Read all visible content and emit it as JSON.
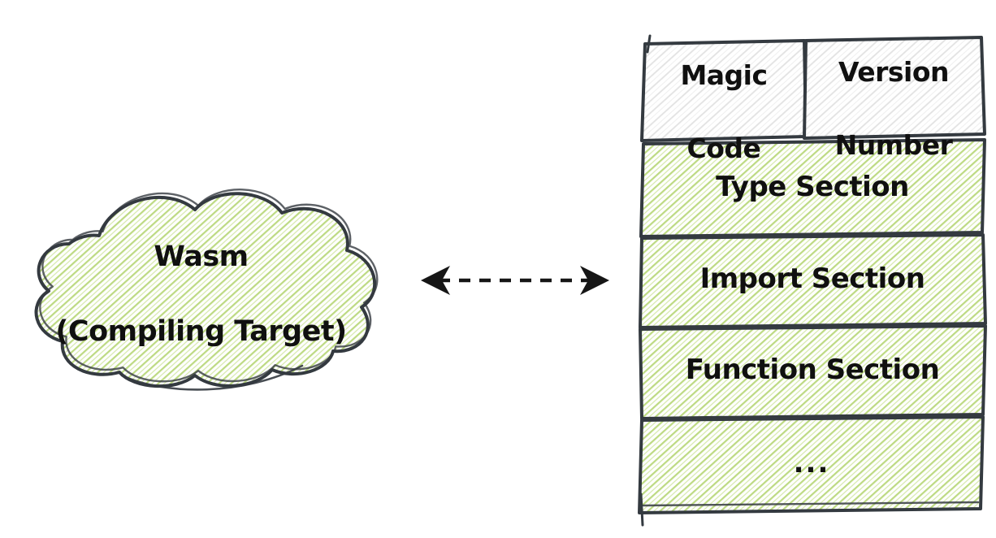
{
  "cloud": {
    "line1": "Wasm",
    "line2": "(Compiling Target)"
  },
  "arrow": {
    "style": "dashed-double-headed"
  },
  "stack": {
    "header_cells": [
      {
        "line1": "Magic",
        "line2": "Code"
      },
      {
        "line1": "Version",
        "line2": "Number"
      }
    ],
    "sections": [
      {
        "label": "Type Section"
      },
      {
        "label": "Import Section"
      },
      {
        "label": "Function Section"
      },
      {
        "label": "..."
      }
    ]
  },
  "colors": {
    "stroke": "#343a40",
    "arrow": "#161616",
    "text": "#101010",
    "green_hatch": "#bdda82",
    "green_hatch_light": "#d6e9ab",
    "gray_hatch": "#e2e2e2",
    "gray_hatch_light": "#efefef",
    "background": "#ffffff"
  }
}
